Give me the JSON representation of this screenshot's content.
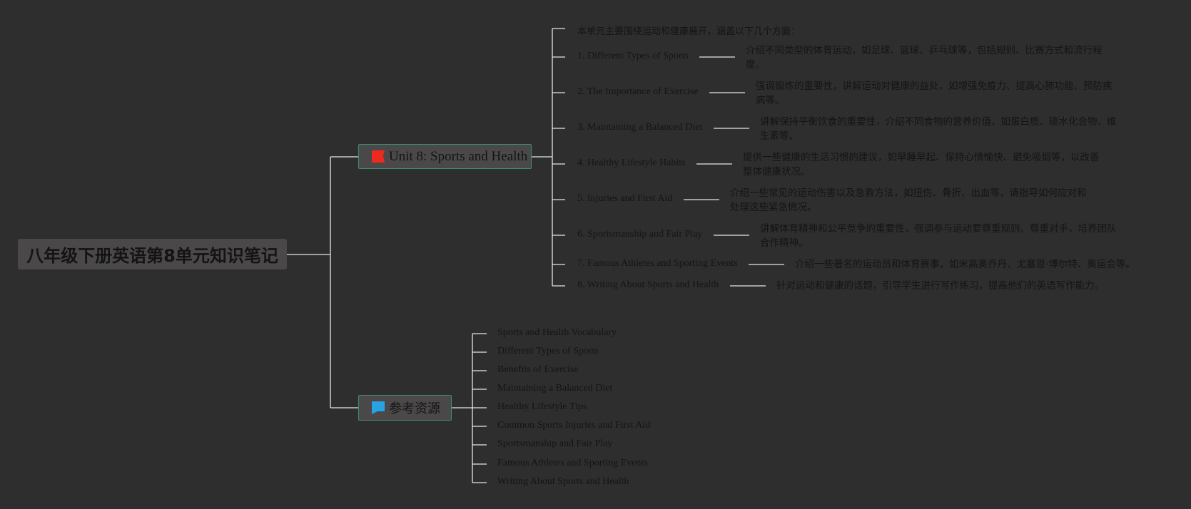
{
  "root": {
    "title": "八年级下册英语第8单元知识笔记"
  },
  "unit": {
    "title": "Unit 8: Sports and Health",
    "flag_color": "#ee2a1e",
    "intro": "本单元主要围绕运动和健康展开，涵盖以下几个方面：",
    "items": [
      {
        "label": "1. Different Types of Sports",
        "desc": "介绍不同类型的体育运动，如足球、篮球、乒乓球等，包括规则、比赛方式和流行程度。"
      },
      {
        "label": "2. The Importance of Exercise",
        "desc": "强调锻炼的重要性，讲解运动对健康的益处，如增强免疫力、提高心肺功能、预防疾病等。"
      },
      {
        "label": "3. Maintaining a Balanced Diet",
        "desc": "讲解保持平衡饮食的重要性，介绍不同食物的营养价值，如蛋白质、碳水化合物、维生素等。"
      },
      {
        "label": "4. Healthy Lifestyle Habits",
        "desc": "提供一些健康的生活习惯的建议，如早睡早起、保持心情愉快、避免吸烟等，以改善整体健康状况。"
      },
      {
        "label": "5. Injuries and First Aid",
        "desc": "介绍一些常见的运动伤害以及急救方法，如扭伤、骨折、出血等，请指导如何应对和处理这些紧急情况。"
      },
      {
        "label": "6. Sportsmanship and Fair Play",
        "desc": "讲解体育精神和公平竞争的重要性，强调参与运动要尊重规则、尊重对手，培养团队合作精神。"
      },
      {
        "label": "7. Famous Athletes and Sporting Events",
        "desc": "介绍一些著名的运动员和体育赛事，如米高奥乔丹、尤塞恩·博尔特、奥运会等。"
      },
      {
        "label": "8. Writing About Sports and Health",
        "desc": "针对运动和健康的话题，引导学生进行写作练习，提高他们的英语写作能力。"
      }
    ]
  },
  "resources": {
    "title": "参考资源",
    "flag_color": "#27a3e3",
    "items": [
      "Sports and Health Vocabulary",
      "Different Types of Sports",
      "Benefits of Exercise",
      "Maintaining a Balanced Diet",
      "Healthy Lifestyle Tips",
      "Common Sports Injuries and First Aid",
      "Sportsmanship and Fair Play",
      "Famous Athletes and Sporting Events",
      "Writing About Sports and Health"
    ]
  },
  "colors": {
    "background": "#2e2e2e",
    "connector": "#e6e6e6",
    "node_fill": "#4a4848",
    "node_border": "#3d8c79",
    "text": "#141414"
  }
}
